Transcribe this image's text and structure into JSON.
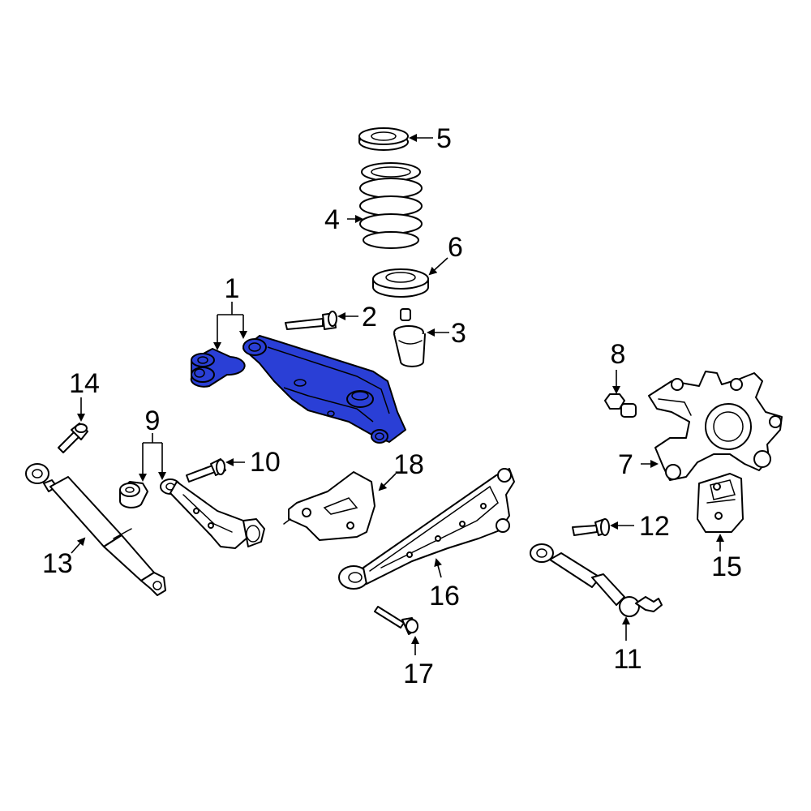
{
  "diagram": {
    "highlight_color": "#2a3fd6",
    "callouts": {
      "c1": "1",
      "c2": "2",
      "c3": "3",
      "c4": "4",
      "c5": "5",
      "c6": "6",
      "c7": "7",
      "c8": "8",
      "c9": "9",
      "c10": "10",
      "c11": "11",
      "c12": "12",
      "c13": "13",
      "c14": "14",
      "c15": "15",
      "c16": "16",
      "c17": "17",
      "c18": "18"
    }
  }
}
